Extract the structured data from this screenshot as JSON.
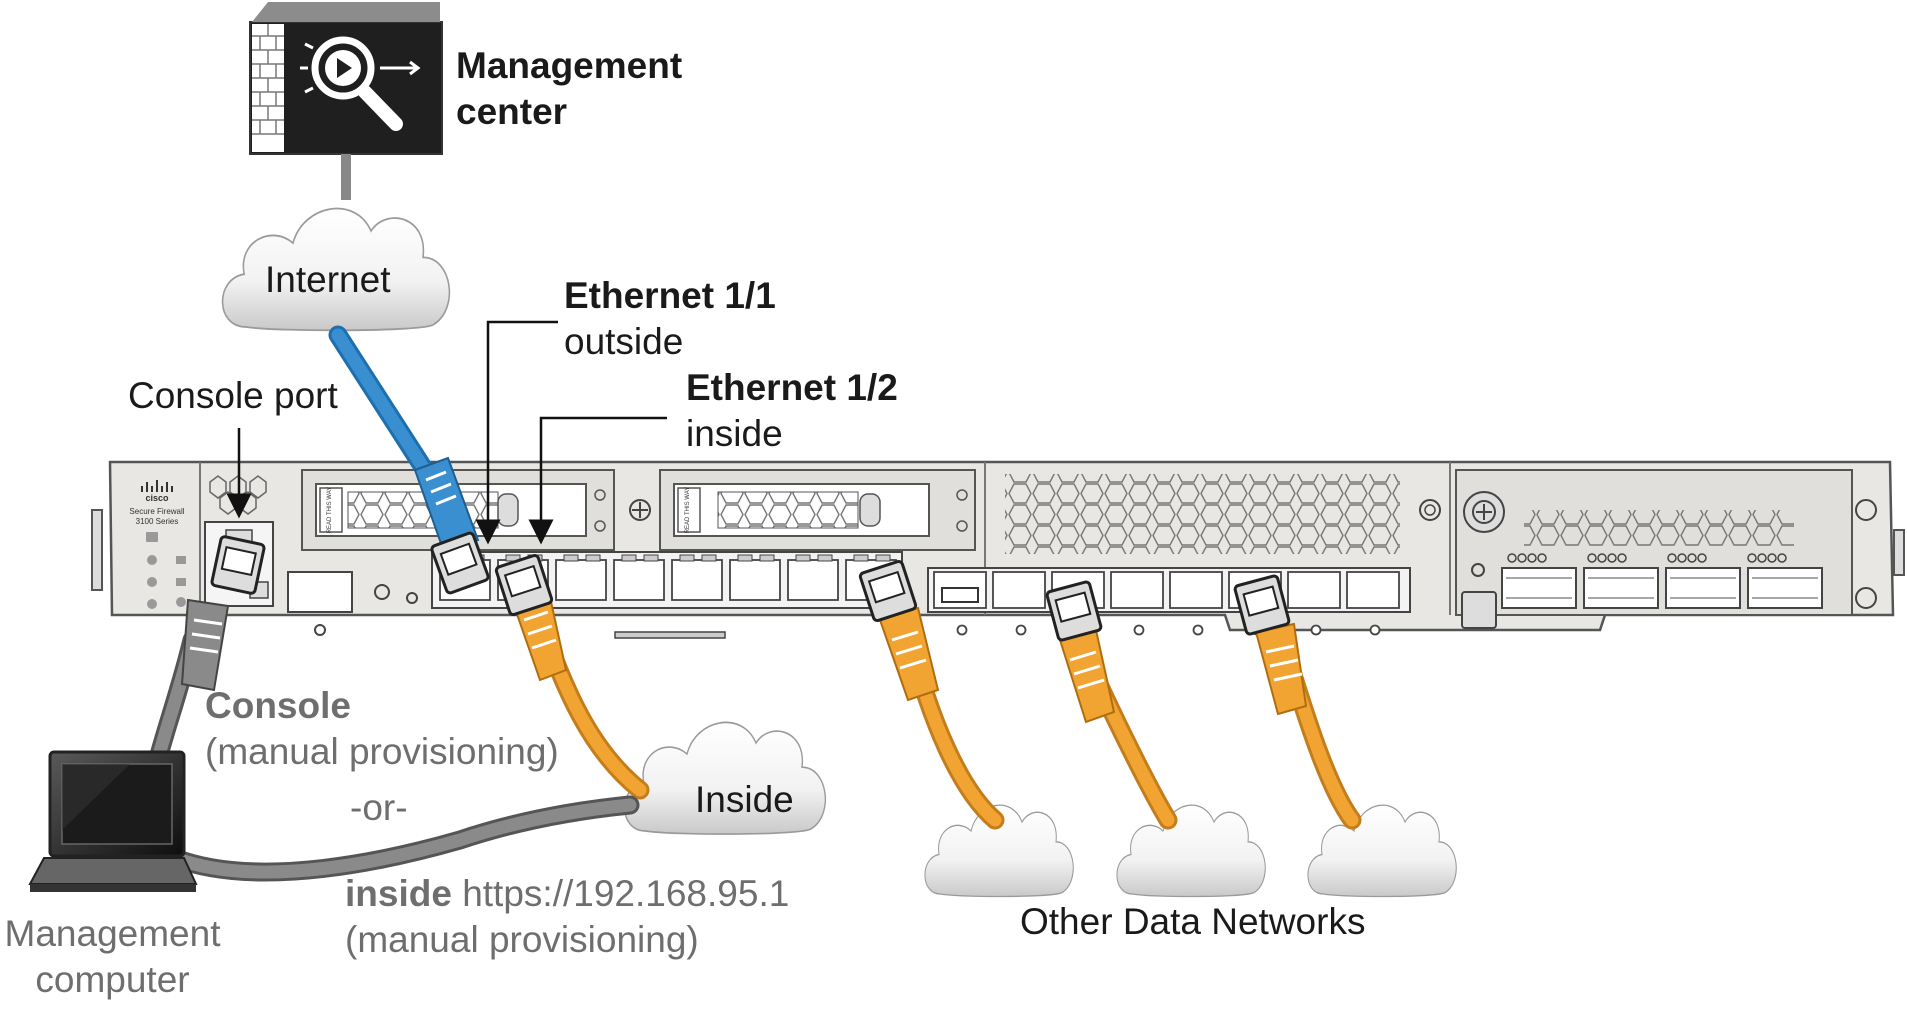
{
  "labels": {
    "management_center_line1": "Management",
    "management_center_line2": "center",
    "internet": "Internet",
    "ethernet_1_1": "Ethernet 1/1",
    "ethernet_1_1_role": "outside",
    "ethernet_1_2": "Ethernet 1/2",
    "ethernet_1_2_role": "inside",
    "console_port": "Console port",
    "console_title": "Console",
    "console_note": "(manual provisioning)",
    "or": "-or-",
    "inside_cloud": "Inside",
    "inside_bold": "inside",
    "inside_url": "https://192.168.95.1",
    "inside_note": "(manual provisioning)",
    "management_computer_line1": "Management",
    "management_computer_line2": "computer",
    "other_networks": "Other Data Networks"
  },
  "device": {
    "brand": "cisco",
    "model_line1": "Secure Firewall",
    "model_line2": "3100 Series",
    "drive_label": "READ THIS WAY"
  },
  "colors": {
    "outside_cable": "#3a8fd0",
    "data_cable": "#f2a433",
    "console_cable": "#8a8a8a",
    "chassis": "#e9e7e4",
    "chassis_stroke": "#555555",
    "label_grey": "#6e6e6e"
  }
}
